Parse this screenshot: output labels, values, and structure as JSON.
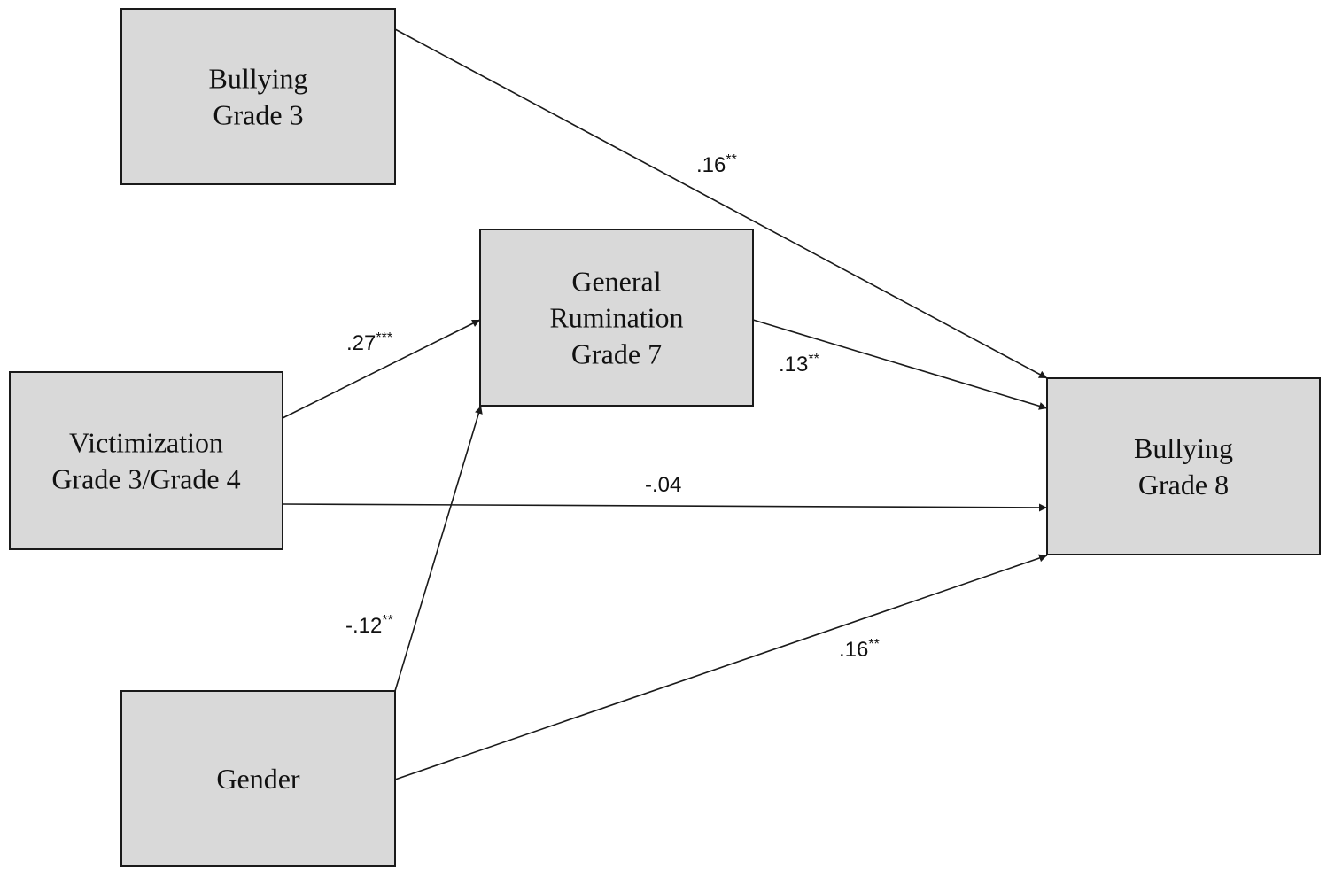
{
  "nodes": [
    {
      "id": "bullying-g3",
      "lines": [
        "Bullying",
        "Grade 3"
      ]
    },
    {
      "id": "rumination-g7",
      "lines": [
        "General",
        "Rumination",
        "Grade 7"
      ]
    },
    {
      "id": "victimization",
      "lines": [
        "Victimization",
        "Grade 3/Grade 4"
      ]
    },
    {
      "id": "gender",
      "lines": [
        "Gender"
      ]
    },
    {
      "id": "bullying-g8",
      "lines": [
        "Bullying",
        "Grade 8"
      ]
    }
  ],
  "edges": [
    {
      "from": "bullying-g3",
      "to": "bullying-g8",
      "coef": ".16",
      "sig": "**"
    },
    {
      "from": "victimization",
      "to": "rumination-g7",
      "coef": ".27",
      "sig": "***"
    },
    {
      "from": "rumination-g7",
      "to": "bullying-g8",
      "coef": ".13",
      "sig": "**"
    },
    {
      "from": "victimization",
      "to": "bullying-g8",
      "coef": "-.04",
      "sig": ""
    },
    {
      "from": "gender",
      "to": "rumination-g7",
      "coef": "-.12",
      "sig": "**"
    },
    {
      "from": "gender",
      "to": "bullying-g8",
      "coef": ".16",
      "sig": "**"
    }
  ],
  "colors": {
    "box_fill": "#d9d9d9",
    "stroke": "#1a1a1a",
    "text": "#111111"
  }
}
